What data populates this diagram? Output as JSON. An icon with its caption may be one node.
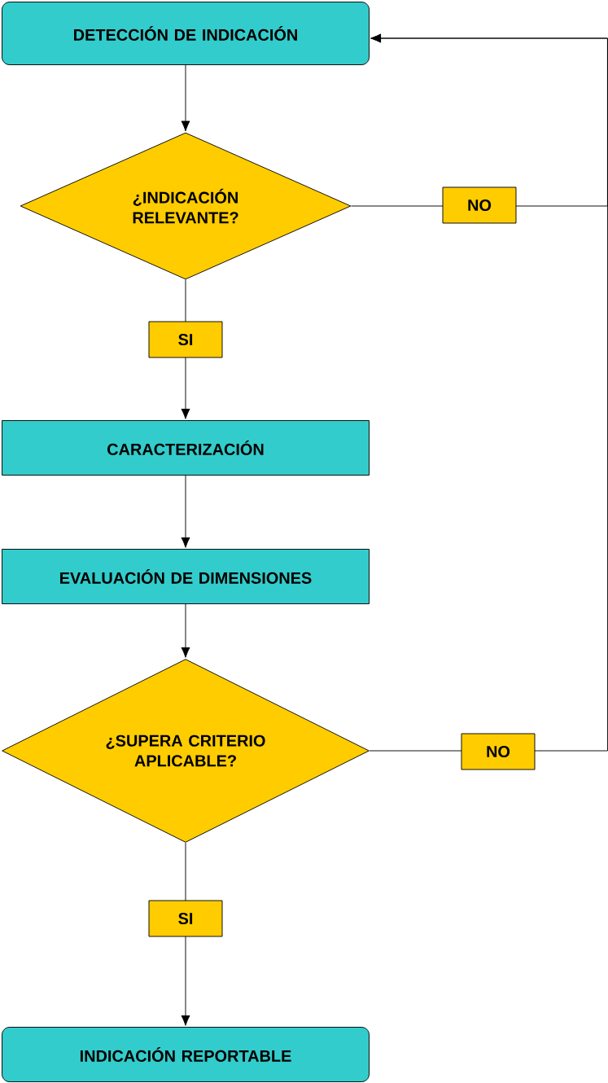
{
  "diagram": {
    "nodes": [
      {
        "text": [
          "DETECCIÓN DE INDICACIÓN"
        ]
      },
      {
        "text": [
          "¿INDICACIÓN RELEVANTE?"
        ]
      },
      {
        "text": [
          "CARACTERIZACIÓN"
        ]
      },
      {
        "text": [
          "EVALUACIÓN DE DIMENSIONES"
        ]
      },
      {
        "text": [
          "¿SUPERA CRITERIO APLICABLE?"
        ]
      },
      {
        "text": [
          "INDICACIÓN REPORTABLE"
        ]
      }
    ],
    "edges": [
      {
        "from": 0,
        "to": 1,
        "arrow": "to"
      },
      {
        "from": 1,
        "to": 2,
        "arrow": "to",
        "label": "SI"
      },
      {
        "from": 2,
        "to": 3,
        "arrow": "to"
      },
      {
        "from": 3,
        "to": 4,
        "arrow": "to"
      },
      {
        "from": 4,
        "to": 5,
        "arrow": "to",
        "label": "SI"
      },
      {
        "from": 1,
        "to": 0,
        "arrow": "to",
        "label": "NO"
      },
      {
        "from": 4,
        "to": 0,
        "arrow": "to",
        "label": "NO"
      }
    ]
  }
}
